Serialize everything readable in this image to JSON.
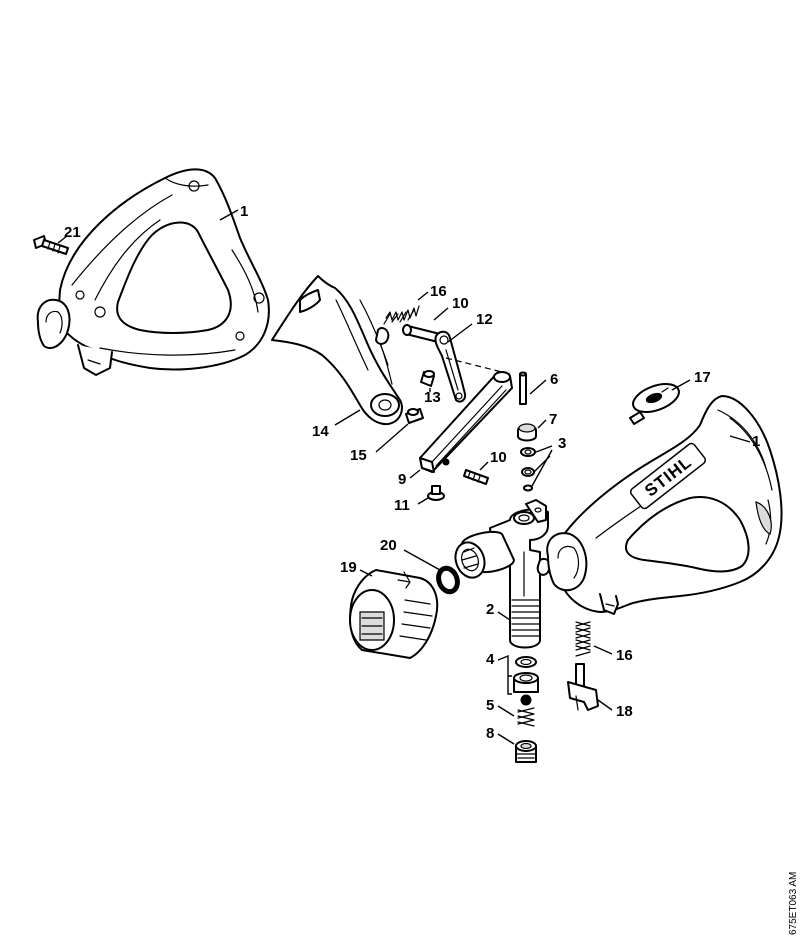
{
  "brand_mark": "STIHL",
  "drawing_code": "675ET063 AM",
  "parts": {
    "housing_left": "1",
    "housing_right": "1",
    "valve_body": "2",
    "o_rings": "3",
    "valve_seat": "4",
    "spring_5": "5",
    "pin_6": "6",
    "valve_cap": "7",
    "screw_plug": "8",
    "link": "9",
    "pin_10_upper": "10",
    "pin_10_lower": "10",
    "guide_11": "11",
    "lever_12": "12",
    "sleeve_13": "13",
    "trigger": "14",
    "sleeve_15": "15",
    "spring_16_upper": "16",
    "spring_16_lower": "16",
    "lock_knob": "17",
    "lock_slide": "18",
    "nozzle_cap": "19",
    "sealing_ring": "20",
    "screw_21": "21"
  }
}
